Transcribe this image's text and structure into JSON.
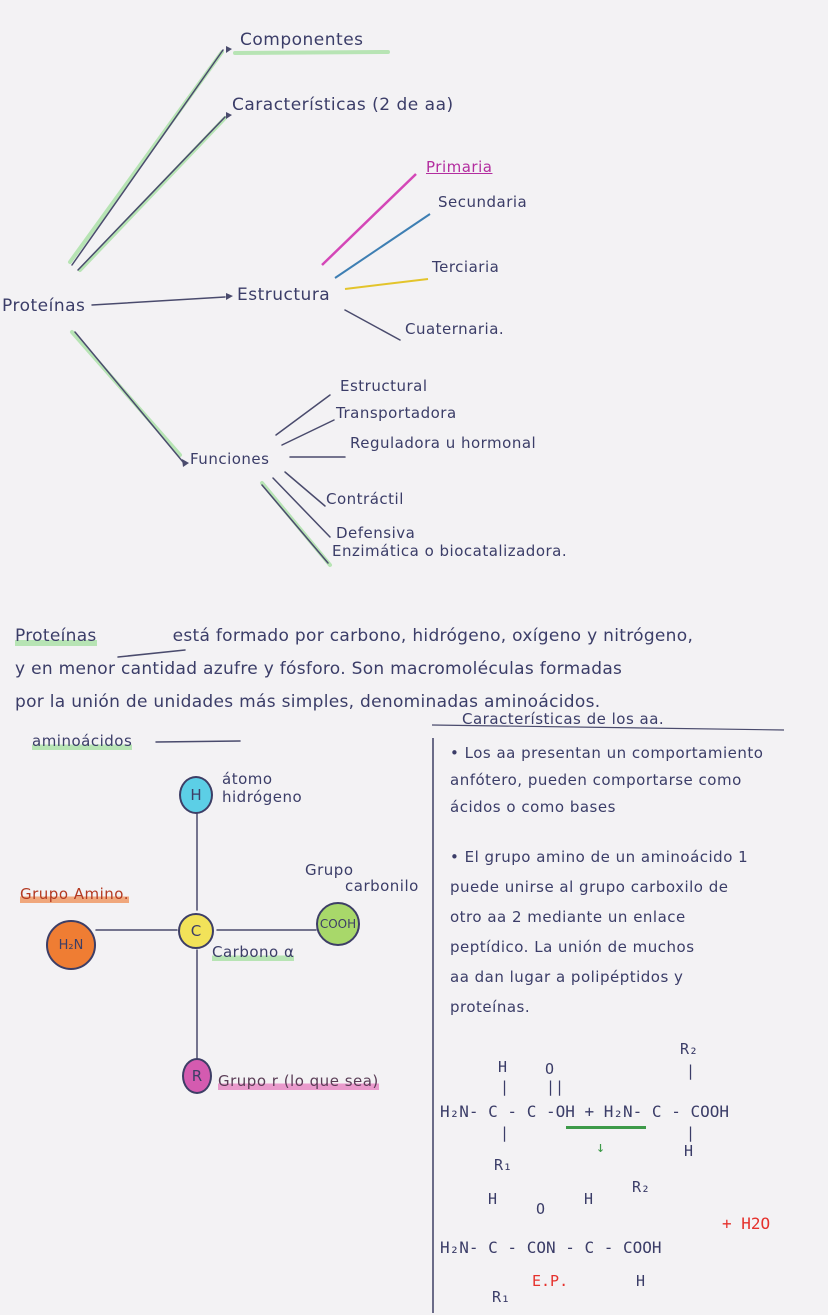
{
  "mindmap": {
    "root": "Proteínas",
    "componentes": "Componentes",
    "caracteristicas": "Características (2 de aa)",
    "estructura": {
      "label": "Estructura",
      "items": [
        "Primaria",
        "Secundaria",
        "Terciaria",
        "Cuaternaria."
      ]
    },
    "funciones": {
      "label": "Funciones",
      "items": [
        "Estructural",
        "Transportadora",
        "Reguladora u hormonal",
        "Contráctil",
        "Defensiva",
        "Enzimática o biocatalizadora."
      ]
    }
  },
  "paragraph": {
    "keyword": "Proteínas",
    "line1": "está formado por carbono, hidrógeno, oxígeno y nitrógeno,",
    "line2": "y en menor cantidad azufre y fósforo. Son macromoléculas formadas",
    "line3": "por la unión de unidades más simples, denominadas aminoácidos."
  },
  "aminoacidos": {
    "heading": "aminoácidos",
    "h": "H",
    "h_label_1": "átomo",
    "h_label_2": "hidrógeno",
    "c": "C",
    "c_label": "Carbono α",
    "cooh": "COOH",
    "cooh_label_1": "Grupo",
    "cooh_label_2": "carbonilo",
    "amino": "H₂N",
    "amino_label": "Grupo Amino.",
    "r": "R",
    "r_label": "Grupo r (lo que sea)"
  },
  "caracteristicas_aa": {
    "heading": "Características de los aa.",
    "b1": [
      "• Los aa presentan un comportamiento",
      "anfótero, pueden comportarse como",
      "ácidos o como bases"
    ],
    "b2": [
      "• El grupo amino de un aminoácido 1",
      "puede unirse al grupo carboxilo de",
      "otro aa 2 mediante un enlace",
      "peptídico. La unión de muchos",
      "aa dan lugar a polipéptidos y",
      "proteínas."
    ]
  },
  "reaction": {
    "r1_top": [
      "H",
      "O",
      "R₂"
    ],
    "r1_main": "H₂N- C - C -OH + H₂N- C - COOH",
    "r1_bottom": [
      "R₁",
      "H"
    ],
    "r2_top": [
      "H",
      "O",
      "H",
      "R₂"
    ],
    "r2_main": "H₂N- C - CON - C - COOH",
    "r2_water": "+ H2O",
    "r2_bottom": [
      "R₁",
      "E.P.",
      "H"
    ]
  },
  "colors": {
    "ink": "#3b3d68",
    "highlight": "#b7e4b4",
    "pink": "#d447b7",
    "blue": "#3e7fb3",
    "yellow": "#e3c42b",
    "red": "#e5312c",
    "cyan": "#5ccfe6",
    "orange": "#ef7d33",
    "magenta": "#d45bb0",
    "lime": "#a8d86a"
  }
}
